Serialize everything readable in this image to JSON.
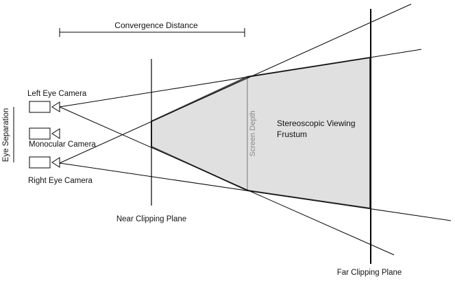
{
  "diagram": {
    "labels": {
      "convergence_distance": "Convergence Distance",
      "left_eye_camera": "Left Eye Camera",
      "monocular_camera": "Monocular Camera",
      "right_eye_camera": "Right Eye Camera",
      "eye_separation": "Eye Separation",
      "screen_depth": "Screen Depth",
      "frustum_line1": "Stereoscopic Viewing",
      "frustum_line2": "Frustum",
      "near_clipping_plane": "Near Clipping Plane",
      "far_clipping_plane": "Far Clipping Plane"
    },
    "colors": {
      "line": "#000000",
      "frustum_fill": "#e0e0e0",
      "frustum_edge": "#444444",
      "screen_depth_line": "#999999",
      "screen_depth_text": "#888888",
      "text": "#111111"
    }
  }
}
